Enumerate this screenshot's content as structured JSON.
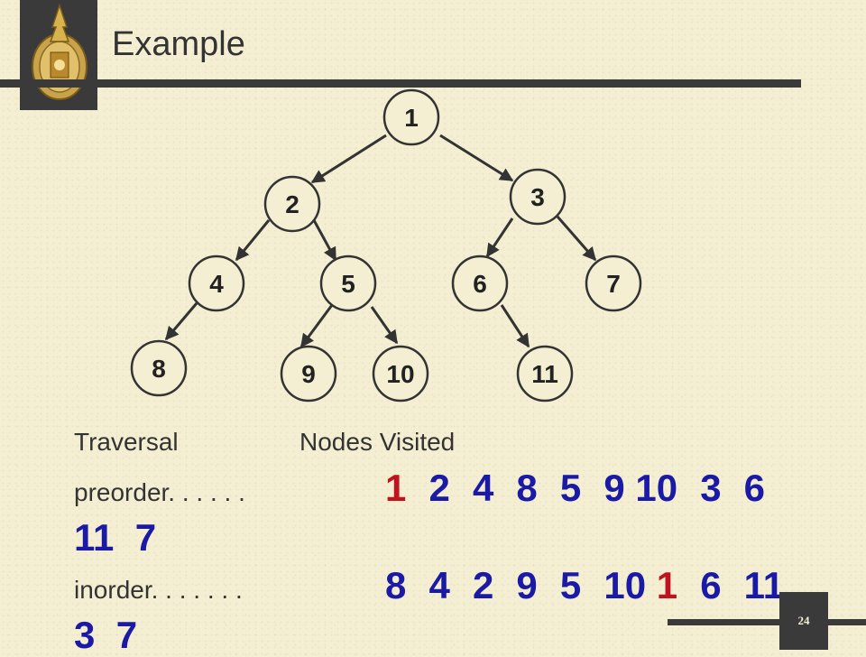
{
  "slide": {
    "title": "Example",
    "page_number": "24"
  },
  "tree": {
    "nodes": [
      "1",
      "2",
      "3",
      "4",
      "5",
      "6",
      "7",
      "8",
      "9",
      "10",
      "11"
    ]
  },
  "table": {
    "header_traversal": "Traversal",
    "header_nodes": "Nodes Visited",
    "preorder_label": "preorder. . . . . .",
    "preorder_seq": [
      "1",
      "2",
      "4",
      "8",
      "5",
      "9",
      "10",
      "3",
      "6"
    ],
    "preorder_wrap": "11  7",
    "inorder_label": "inorder. . . . . . .",
    "inorder_seq": [
      "8",
      "4",
      "2",
      "9",
      "5",
      "10",
      "1",
      "6",
      "11"
    ],
    "inorder_wrap": "3  7"
  },
  "colors": {
    "background": "#f4eed2",
    "sequence": "#1a1aa6",
    "highlight_root": "#c0131e",
    "dark_bar": "#3a3a3a"
  }
}
